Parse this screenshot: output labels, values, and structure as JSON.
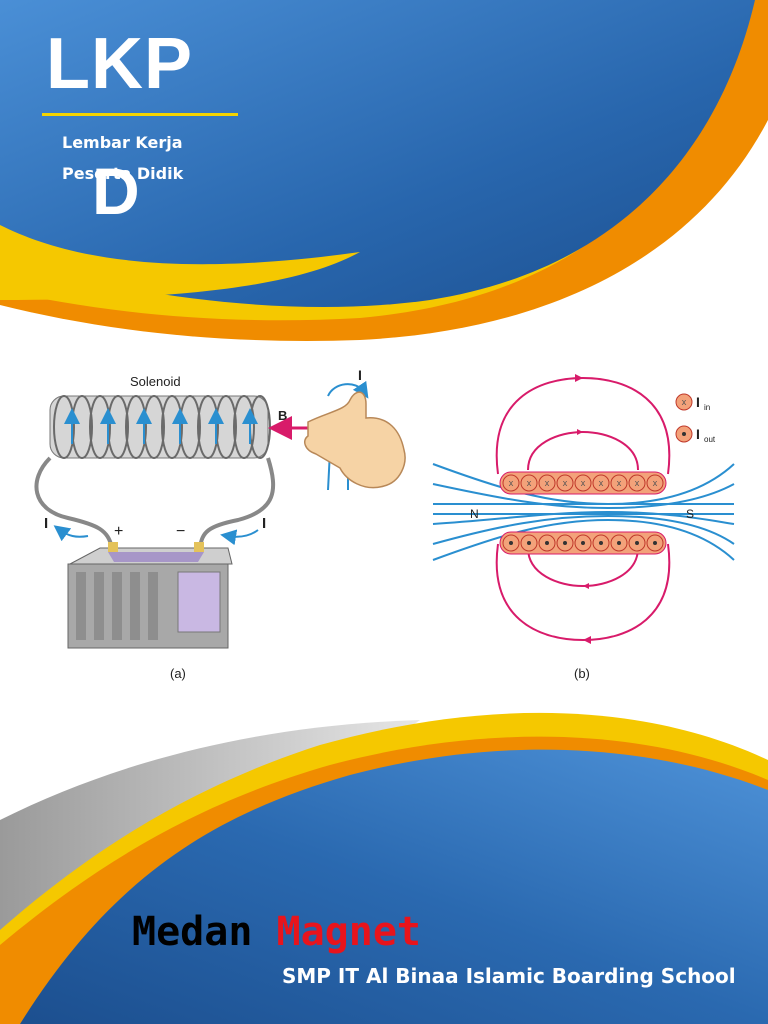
{
  "header": {
    "title": "LKP",
    "subtitle_line1": "Lembar Kerja",
    "subtitle_line2": "Peserta Didik",
    "big_letter": "D"
  },
  "figure": {
    "panel_a": {
      "solenoid_label": "Solenoid",
      "field_label": "B",
      "current_label": "I",
      "plus_label": "+",
      "minus_label": "−",
      "caption": "(a)"
    },
    "panel_b": {
      "north_label": "N",
      "south_label": "S",
      "legend_in": "I",
      "legend_in_sub": "in",
      "legend_out": "I",
      "legend_out_sub": "out",
      "caption": "(b)"
    }
  },
  "footer": {
    "title_word1": "Medan",
    "title_word2": "Magnet",
    "school": "SMP IT Al Binaa Islamic Boarding School"
  },
  "colors": {
    "blue_dark": "#1f5a9a",
    "blue_light": "#4a8fd6",
    "yellow": "#f5c800",
    "orange": "#f08c00",
    "title_red": "#e8141c",
    "field_line": "#2a8fd0",
    "magenta_line": "#d81b6a"
  }
}
